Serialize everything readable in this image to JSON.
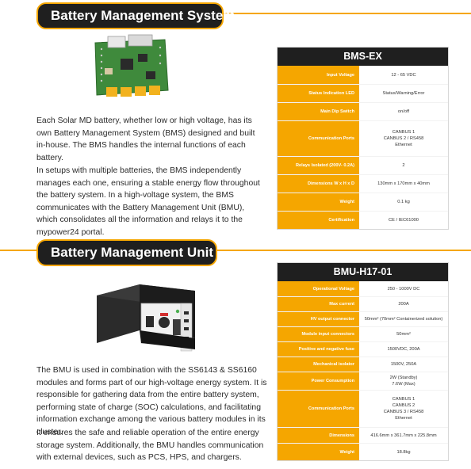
{
  "bms": {
    "title": "Battery Management System",
    "paragraph1": "Each Solar MD battery, whether low or high voltage, has its own Battery Management System (BMS) designed and built in-house. The BMS handles the internal functions of each battery.",
    "paragraph2": "In setups with multiple batteries, the BMS independently manages each one, ensuring a stable energy flow throughout the battery system. In a high-voltage system, the BMS communicates with the Battery Management Unit (BMU), which consolidates all the information and relays it to the mypower24 portal.",
    "spec": {
      "title": "BMS-EX",
      "rows": [
        {
          "label": "Input Voltage",
          "value": [
            "12 - 65 VDC"
          ]
        },
        {
          "label": "Status Indication LED",
          "value": [
            "Status/Warning/Error"
          ]
        },
        {
          "label": "Main Dip Switch",
          "value": [
            "on/off"
          ]
        },
        {
          "label": "Communication Ports",
          "value": [
            "CANBUS 1",
            "CANBUS 2 / RS458",
            "Ethernet"
          ]
        },
        {
          "label": "Relays Isolated (200V- 0.2A)",
          "value": [
            "2"
          ]
        },
        {
          "label": "Dimensions W x H x D",
          "value": [
            "130mm x 170mm x 40mm"
          ]
        },
        {
          "label": "Weight",
          "value": [
            "0.1 kg"
          ]
        },
        {
          "label": "Certification",
          "value": [
            "CE / IEC61000"
          ]
        }
      ]
    }
  },
  "bmu": {
    "title": "Battery Management Unit",
    "paragraph1": "The BMU is used in combination with the SS6143 & SS6160 modules and forms part of our high-voltage energy system. It is responsible for gathering data from the entire battery system, performing state of charge (SOC) calculations, and facilitating information exchange among the various battery modules in its cluster.",
    "paragraph2": "It ensures the safe and reliable operation of the entire energy storage system. Additionally, the BMU handles communication with external devices, such as PCS, HPS, and chargers.",
    "spec": {
      "title": "BMU-H17-01",
      "rows": [
        {
          "label": "Operational Voltage",
          "value": [
            "250 - 1000V  DC"
          ]
        },
        {
          "label": "Max current",
          "value": [
            "200A"
          ]
        },
        {
          "label": "HV output connector",
          "value": [
            "50mm² (70mm² Containerized solution)"
          ]
        },
        {
          "label": "Module input connectors",
          "value": [
            "50mm²"
          ]
        },
        {
          "label": "Positive and negative fuse",
          "value": [
            "1500VDC, 200A"
          ]
        },
        {
          "label": "Mechanical isolator",
          "value": [
            "1500V, 250A"
          ]
        },
        {
          "label": "Power Consumption",
          "value": [
            "2W (Standby)",
            "7.6W (Max)"
          ]
        },
        {
          "label": "Communication Ports",
          "value": [
            "CANBUS 1",
            "CANBUS 2",
            "CANBUS 3 / RS458",
            "Ethernet"
          ]
        },
        {
          "label": "Dimensions",
          "value": [
            "416.6mm x 361.7mm x 225.8mm"
          ]
        },
        {
          "label": "Weight",
          "value": [
            "18.8kg"
          ]
        }
      ]
    }
  },
  "colors": {
    "accent": "#f5a600",
    "dark": "#1f1f1f",
    "board": "#3f8a3c"
  }
}
